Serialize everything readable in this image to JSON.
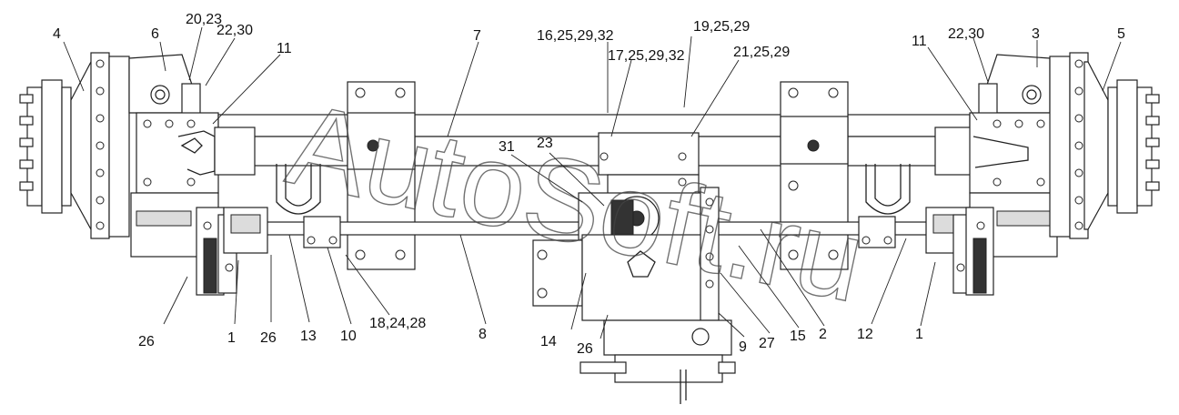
{
  "watermark": "AutoSoft.ru",
  "callouts": [
    {
      "id": "c-4",
      "text": "4"
    },
    {
      "id": "c-6",
      "text": "6"
    },
    {
      "id": "c-20-23",
      "text": "20,23"
    },
    {
      "id": "c-22-30-left",
      "text": "22,30"
    },
    {
      "id": "c-11-left",
      "text": "11"
    },
    {
      "id": "c-7",
      "text": "7"
    },
    {
      "id": "c-16",
      "text": "16,25,29,32"
    },
    {
      "id": "c-17",
      "text": "17,25,29,32"
    },
    {
      "id": "c-19",
      "text": "19,25,29"
    },
    {
      "id": "c-21",
      "text": "21,25,29"
    },
    {
      "id": "c-11-right",
      "text": "11"
    },
    {
      "id": "c-22-30-right",
      "text": "22,30"
    },
    {
      "id": "c-3",
      "text": "3"
    },
    {
      "id": "c-5",
      "text": "5"
    },
    {
      "id": "c-31",
      "text": "31"
    },
    {
      "id": "c-23",
      "text": "23"
    },
    {
      "id": "c-26-a",
      "text": "26"
    },
    {
      "id": "c-1-left",
      "text": "1"
    },
    {
      "id": "c-26-b",
      "text": "26"
    },
    {
      "id": "c-13",
      "text": "13"
    },
    {
      "id": "c-10",
      "text": "10"
    },
    {
      "id": "c-18",
      "text": "18,24,28"
    },
    {
      "id": "c-8",
      "text": "8"
    },
    {
      "id": "c-14",
      "text": "14"
    },
    {
      "id": "c-26-c",
      "text": "26"
    },
    {
      "id": "c-9",
      "text": "9"
    },
    {
      "id": "c-27",
      "text": "27"
    },
    {
      "id": "c-15",
      "text": "15"
    },
    {
      "id": "c-2",
      "text": "2"
    },
    {
      "id": "c-12",
      "text": "12"
    },
    {
      "id": "c-1-right",
      "text": "1"
    }
  ]
}
